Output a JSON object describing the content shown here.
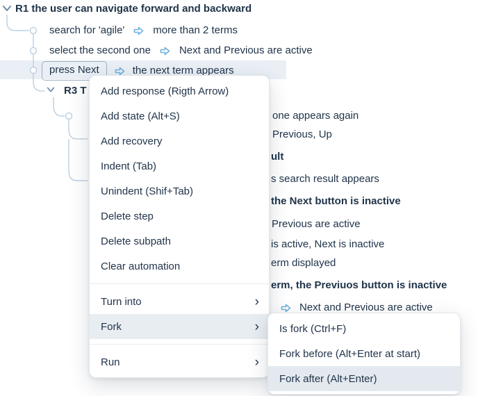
{
  "colors": {
    "text": "#20344a",
    "arrow_accent": "#6fb1dd",
    "tree_lines": "#bfd2e2",
    "row_highlight": "#e9eff5",
    "menu_highlight": "#e8edf2"
  },
  "tree": {
    "root_label": "R1 the user can navigate forward and backward",
    "steps": [
      {
        "text": "search for 'agile'",
        "response": "more than 2 terms"
      },
      {
        "text": "select the second one",
        "response": "Next and Previous are active"
      },
      {
        "text": "press Next",
        "response": "the next term appears"
      }
    ],
    "subheader_fragment": "R3 T",
    "fragments": [
      {
        "text": "one appears again"
      },
      {
        "text": "Previous, Up"
      },
      {
        "text": "ult"
      },
      {
        "text": "s search result appears"
      },
      {
        "text": "the Next button is inactive"
      },
      {
        "text": "Previous are active"
      },
      {
        "text": "is active, Next is inactive"
      },
      {
        "text": "erm displayed"
      },
      {
        "text": "erm, the Previuos button is inactive"
      },
      {
        "text": "Next and Previous are active"
      }
    ]
  },
  "context_menu": {
    "submenu_arrow": "›",
    "items": [
      {
        "label": "Add response (Rigth Arrow)"
      },
      {
        "label": "Add state (Alt+S)"
      },
      {
        "label": "Add recovery"
      },
      {
        "label": "Indent (Tab)"
      },
      {
        "label": "Unindent (Shif+Tab)"
      },
      {
        "label": "Delete step"
      },
      {
        "label": "Delete subpath"
      },
      {
        "label": "Clear automation"
      },
      {
        "label": "Turn into"
      },
      {
        "label": "Fork"
      },
      {
        "label": "Run"
      }
    ]
  },
  "fork_submenu": {
    "items": [
      {
        "label": "Is fork (Ctrl+F)"
      },
      {
        "label": "Fork before (Alt+Enter at start)"
      },
      {
        "label": "Fork after (Alt+Enter)"
      }
    ]
  }
}
